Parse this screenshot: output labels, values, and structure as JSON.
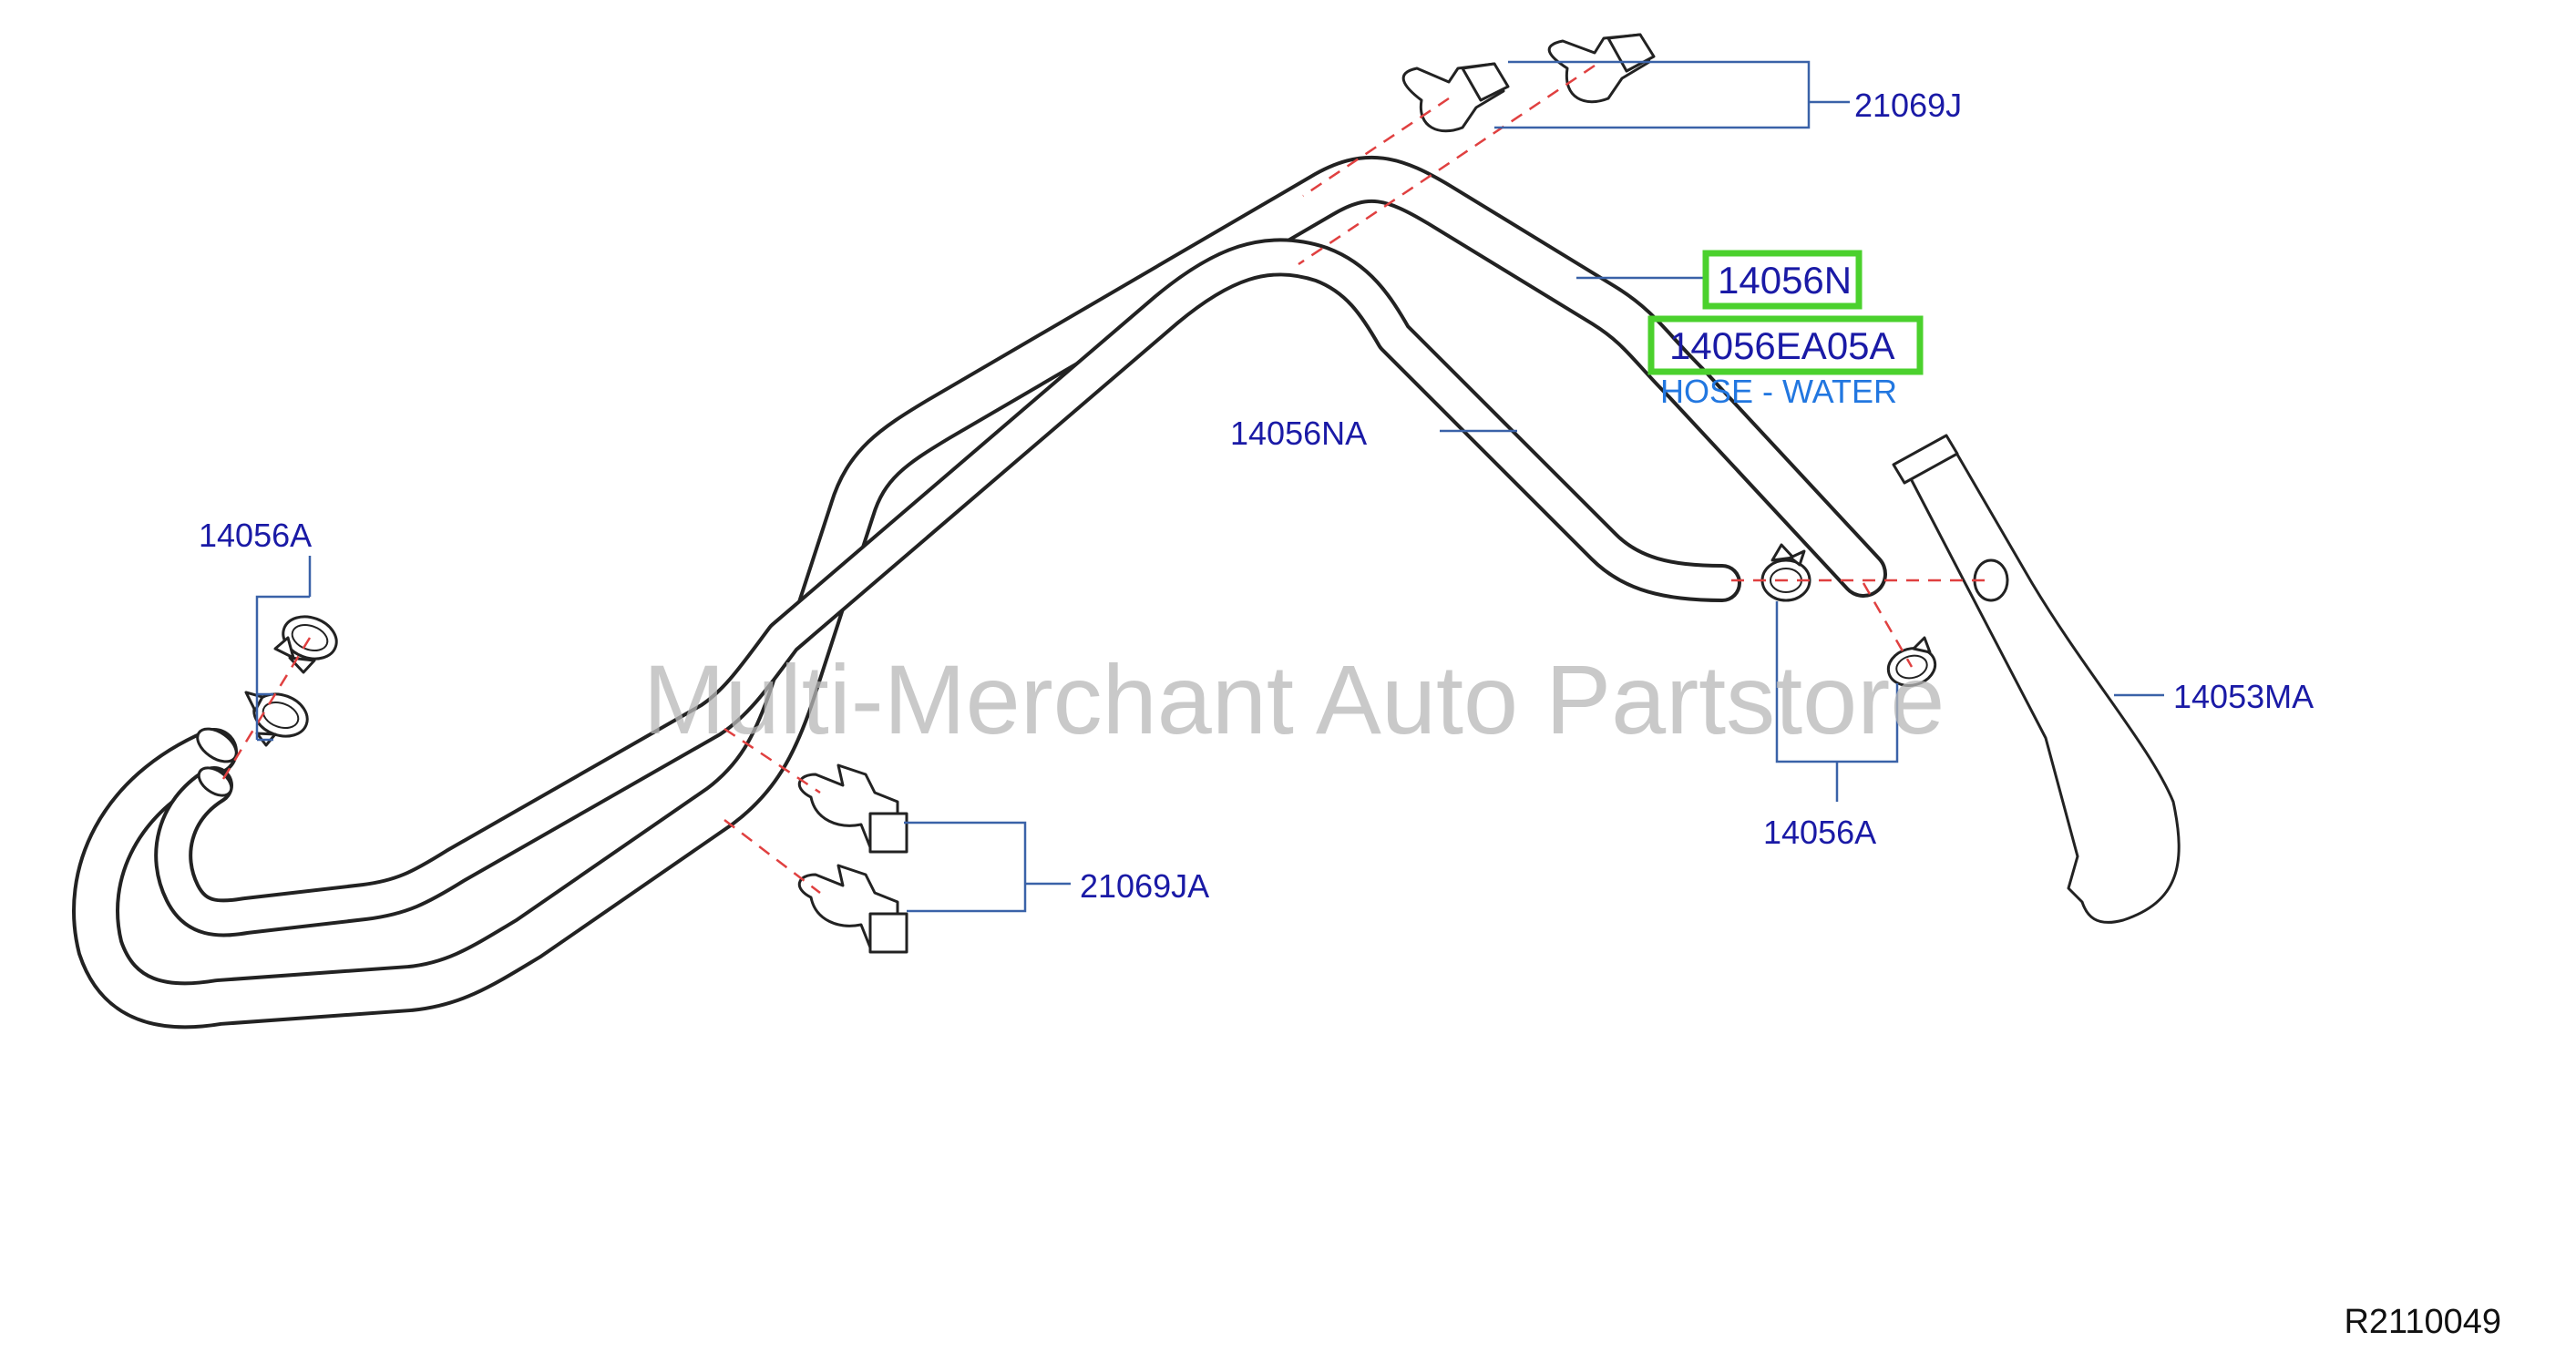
{
  "labels": {
    "clip_top": "21069J",
    "hose_top": "14056N",
    "hose_top_part": "14056EA05A",
    "hose_top_desc": "HOSE - WATER",
    "hose_mid": "14056NA",
    "clamp_left": "14056A",
    "clamp_right": "14056A",
    "pipe": "14053MA",
    "clip_bottom": "21069JA",
    "ref_code": "R2110049"
  },
  "watermark": "Multi-Merchant Auto Partstore",
  "colors": {
    "label": "#1a1aa6",
    "description": "#2277e0",
    "leader": "#3a62a8",
    "dash": "#e04040",
    "highlight": "#4bd12d",
    "watermark": "#b8b8b8"
  }
}
